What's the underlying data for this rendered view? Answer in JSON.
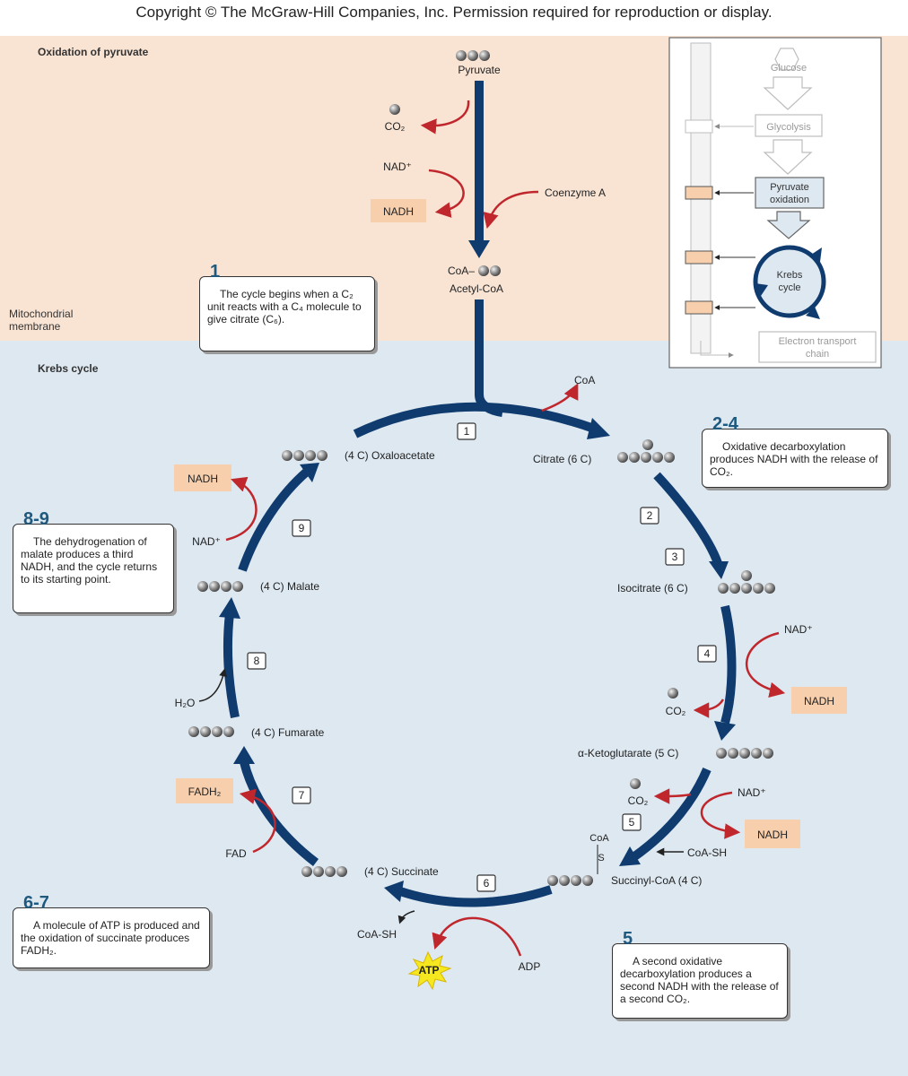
{
  "header": {
    "copyright": "Copyright © The McGraw-Hill Companies, Inc. Permission required for reproduction or display."
  },
  "regions": {
    "oxidation": "Oxidation of pyruvate",
    "membrane_line1": "Mitochondrial",
    "membrane_line2": "membrane",
    "krebs": "Krebs cycle"
  },
  "pyruvate_stage": {
    "pyruvate": "Pyruvate",
    "co2": "CO₂",
    "nad": "NAD⁺",
    "nadh": "NADH",
    "coenzyme_a": "Coenzyme A",
    "coa_dash": "CoA–",
    "acetyl_coa": "Acetyl-CoA"
  },
  "cycle": {
    "oxaloacetate": "(4 C) Oxaloacetate",
    "citrate": "Citrate (6 C)",
    "isocitrate": "Isocitrate (6 C)",
    "ketoglutarate": "α-Ketoglutarate (5 C)",
    "succinyl_coa": "Succinyl-CoA (4 C)",
    "succinate": "(4 C) Succinate",
    "fumarate": "(4 C) Fumarate",
    "malate": "(4 C) Malate",
    "coa_out": "CoA",
    "nad_4": "NAD⁺",
    "nadh_4": "NADH",
    "co2_4": "CO₂",
    "nad_5": "NAD⁺",
    "nadh_5": "NADH",
    "co2_5": "CO₂",
    "coa_sh_in": "CoA-SH",
    "coa_label": "CoA",
    "s_label": "S",
    "coa_sh_out": "CoA-SH",
    "atp": "ATP",
    "adp": "ADP",
    "fad": "FAD",
    "fadh2": "FADH₂",
    "h2o": "H₂O",
    "nad_9": "NAD⁺",
    "nadh_9": "NADH"
  },
  "steps": [
    "1",
    "2",
    "3",
    "4",
    "5",
    "6",
    "7",
    "8",
    "9"
  ],
  "callouts": {
    "c1": {
      "num": "1",
      "text": "The cycle begins when a C₂ unit reacts with a C₄ molecule to give citrate (C₆)."
    },
    "c24": {
      "num": "2-4",
      "text": "Oxidative decarboxylation produces NADH with the release of CO₂."
    },
    "c89": {
      "num": "8-9",
      "text": "The dehydrogenation of malate produces a third NADH, and the cycle returns to its starting point."
    },
    "c67": {
      "num": "6-7",
      "text": "A molecule of ATP is produced and the oxidation of succinate produces FADH₂."
    },
    "c5": {
      "num": "5",
      "text": "A second oxidative decarboxylation produces a second NADH with the release of a second CO₂."
    }
  },
  "inset": {
    "glucose": "Glucose",
    "glycolysis": "Glycolysis",
    "pyruvate_ox_1": "Pyruvate",
    "pyruvate_ox_2": "oxidation",
    "krebs_1": "Krebs",
    "krebs_2": "cycle",
    "etc_1": "Electron transport",
    "etc_2": "chain"
  },
  "colors": {
    "peach_band": "#f9e4d4",
    "blue_band": "#dde8f1",
    "pathway_arrow": "#0f3b6e",
    "red_arrow": "#c0272d",
    "product_box": "#f7cfad",
    "callout_number": "#1e5a80",
    "atp_star": "#f5e81e"
  }
}
